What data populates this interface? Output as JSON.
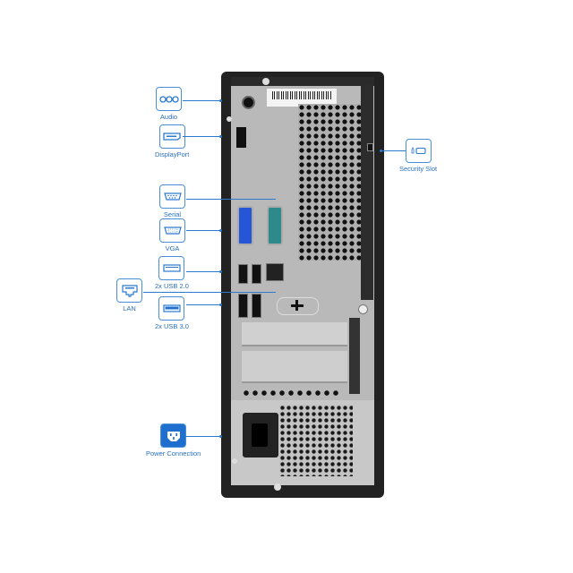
{
  "product": "Desktop tower rear I/O panel diagram",
  "accent_color": "#2a7ad0",
  "callouts": {
    "audio": {
      "label": "Audio",
      "icon": "audio-jack-icon"
    },
    "displayport": {
      "label": "DisplayPort",
      "icon": "displayport-icon"
    },
    "serial": {
      "label": "Serial",
      "icon": "serial-port-icon"
    },
    "vga": {
      "label": "VGA",
      "icon": "vga-port-icon"
    },
    "usb2": {
      "label": "2x USB 2.0",
      "icon": "usb-2-icon"
    },
    "lan": {
      "label": "LAN",
      "icon": "ethernet-icon"
    },
    "usb3": {
      "label": "2x USB 3.0",
      "icon": "usb-3-icon"
    },
    "security": {
      "label": "Security Slot",
      "icon": "lock-slot-icon"
    },
    "power": {
      "label": "Power Connection",
      "icon": "power-socket-icon"
    }
  }
}
